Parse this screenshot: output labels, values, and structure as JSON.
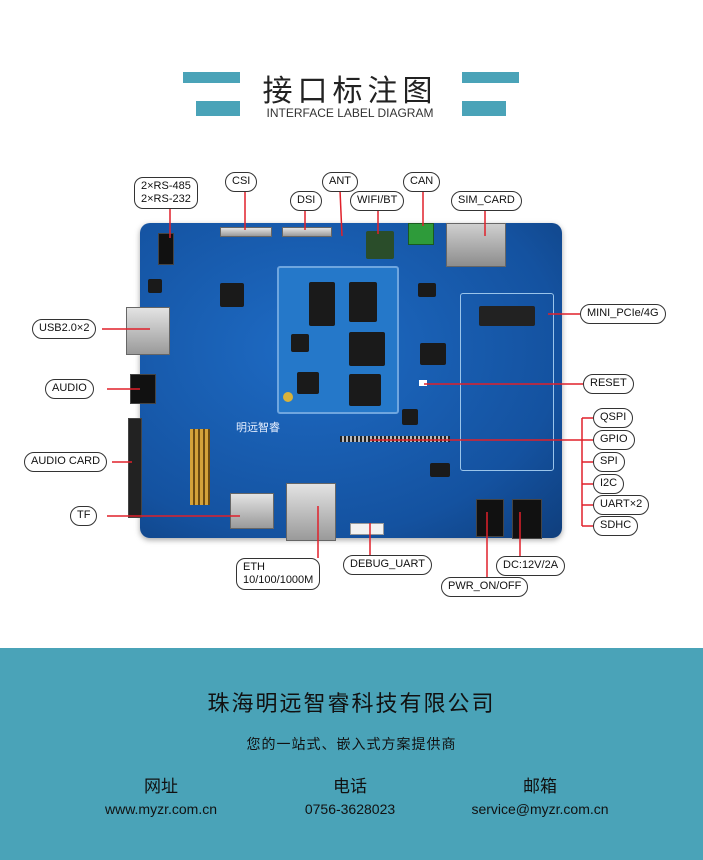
{
  "header": {
    "title": "接口标注图",
    "subtitle": "INTERFACE LABEL DIAGRAM"
  },
  "board": {
    "silkscreen": "明远智睿"
  },
  "labels": {
    "rs": "2×RS-485\n2×RS-232",
    "csi": "CSI",
    "dsi": "DSI",
    "ant": "ANT",
    "wifi": "WIFI/BT",
    "can": "CAN",
    "sim": "SIM_CARD",
    "usb": "USB2.0×2",
    "audio": "AUDIO",
    "audio_card": "AUDIO CARD",
    "tf": "TF",
    "eth": "ETH\n10/100/1000M",
    "debug": "DEBUG_UART",
    "pwr": "PWR_ON/OFF",
    "dc": "DC:12V/2A",
    "mini_pcie": "MINI_PCIe/4G",
    "reset": "RESET",
    "qspi": "QSPI",
    "gpio": "GPIO",
    "spi": "SPI",
    "i2c": "I2C",
    "uart": "UART×2",
    "sdhc": "SDHC"
  },
  "footer": {
    "company": "珠海明远智睿科技有限公司",
    "slogan": "您的一站式、嵌入式方案提供商",
    "website_label": "网址",
    "website": "www.myzr.com.cn",
    "phone_label": "电话",
    "phone": "0756-3628023",
    "email_label": "邮箱",
    "email": "service@myzr.com.cn"
  },
  "colors": {
    "accent": "#4aa3b8",
    "leader_line": "#e0202a",
    "board": "#1a5fb4"
  }
}
